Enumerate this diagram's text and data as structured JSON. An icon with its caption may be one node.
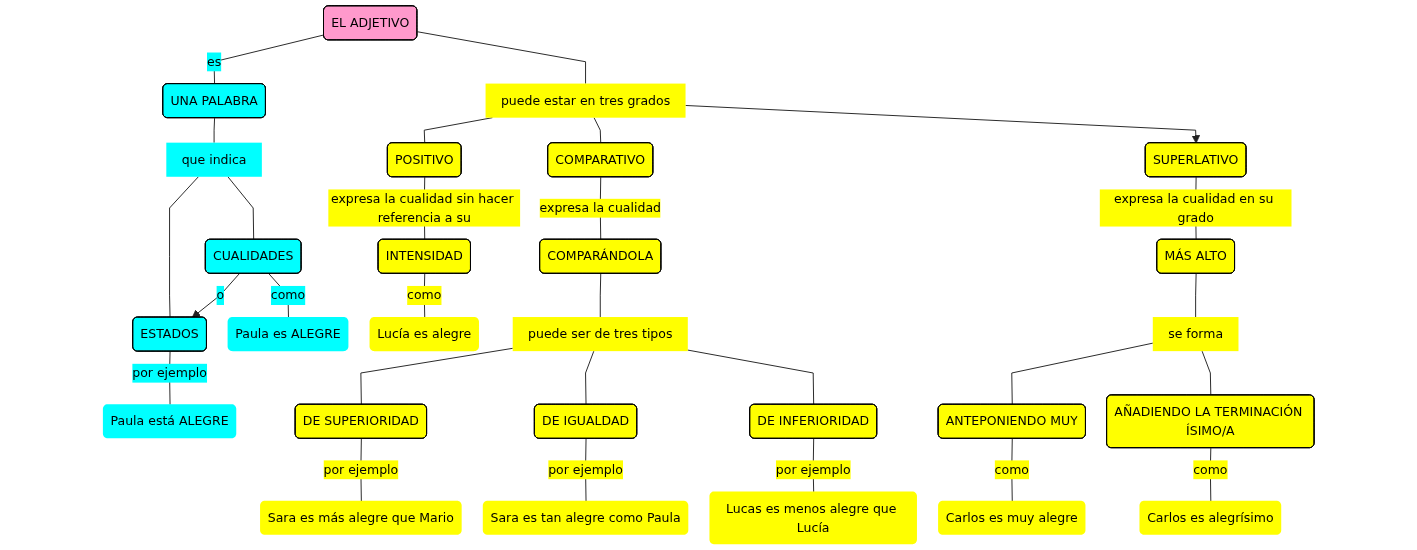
{
  "diagram": {
    "nodes": [
      {
        "text": [
          "EL ADJETIVO"
        ]
      },
      {
        "text": [
          "UNA PALABRA"
        ]
      },
      {
        "text": [
          "que indica"
        ]
      },
      {
        "text": [
          "CUALIDADES"
        ]
      },
      {
        "text": [
          "ESTADOS"
        ]
      },
      {
        "text": [
          "Paula es ALEGRE"
        ]
      },
      {
        "text": [
          "Paula está ALEGRE"
        ]
      },
      {
        "text": [
          "puede estar en tres grados"
        ]
      },
      {
        "text": [
          "POSITIVO"
        ]
      },
      {
        "text": [
          "COMPARATIVO"
        ]
      },
      {
        "text": [
          "SUPERLATIVO"
        ]
      },
      {
        "text": [
          "INTENSIDAD"
        ]
      },
      {
        "text": [
          "Lucía es alegre"
        ]
      },
      {
        "text": [
          "COMPARÁNDOLA"
        ]
      },
      {
        "text": [
          "puede ser de tres tipos"
        ]
      },
      {
        "text": [
          "DE SUPERIORIDAD"
        ]
      },
      {
        "text": [
          "DE IGUALDAD"
        ]
      },
      {
        "text": [
          "DE INFERIORIDAD"
        ]
      },
      {
        "text": [
          "Sara es más alegre que Mario"
        ]
      },
      {
        "text": [
          "Sara es tan alegre como Paula"
        ]
      },
      {
        "text": [
          "Lucas es menos alegre que Lucía"
        ]
      },
      {
        "text": [
          "MÁS ALTO"
        ]
      },
      {
        "text": [
          "se forma"
        ]
      },
      {
        "text": [
          "ANTEPONIENDO MUY"
        ]
      },
      {
        "text": [
          "AÑADIENDO LA TERMINACIÓN ÍSIMO/A"
        ]
      },
      {
        "text": [
          "Carlos es muy alegre"
        ]
      },
      {
        "text": [
          "Carlos es alegrísimo"
        ]
      }
    ],
    "edges": [
      {
        "from": 0,
        "to": 1,
        "arrow": "none",
        "label": "es"
      },
      {
        "from": 1,
        "to": 2,
        "arrow": "none"
      },
      {
        "from": 2,
        "to": 3,
        "arrow": "none"
      },
      {
        "from": 2,
        "to": 4,
        "arrow": "none"
      },
      {
        "from": 3,
        "to": 4,
        "arrow": "to",
        "label": "o"
      },
      {
        "from": 3,
        "to": 5,
        "arrow": "none",
        "label": "como"
      },
      {
        "from": 4,
        "to": 6,
        "arrow": "none",
        "label": "por ejemplo"
      },
      {
        "from": 0,
        "to": 7,
        "arrow": "none"
      },
      {
        "from": 7,
        "to": 8,
        "arrow": "none"
      },
      {
        "from": 7,
        "to": 9,
        "arrow": "none"
      },
      {
        "from": 7,
        "to": 10,
        "arrow": "to"
      },
      {
        "from": 8,
        "to": 11,
        "arrow": "none",
        "label": "expresa la cualidad sin hacer referencia a su"
      },
      {
        "from": 11,
        "to": 12,
        "arrow": "none",
        "label": "como"
      },
      {
        "from": 9,
        "to": 13,
        "arrow": "none",
        "label": "expresa la cualidad"
      },
      {
        "from": 13,
        "to": 14,
        "arrow": "none"
      },
      {
        "from": 14,
        "to": 15,
        "arrow": "none"
      },
      {
        "from": 14,
        "to": 16,
        "arrow": "none"
      },
      {
        "from": 14,
        "to": 17,
        "arrow": "none"
      },
      {
        "from": 15,
        "to": 18,
        "arrow": "none",
        "label": "por ejemplo"
      },
      {
        "from": 16,
        "to": 19,
        "arrow": "none",
        "label": "por ejemplo"
      },
      {
        "from": 17,
        "to": 20,
        "arrow": "none",
        "label": "por ejemplo"
      },
      {
        "from": 10,
        "to": 21,
        "arrow": "none",
        "label": "expresa la cualidad en su grado"
      },
      {
        "from": 21,
        "to": 22,
        "arrow": "none"
      },
      {
        "from": 22,
        "to": 23,
        "arrow": "none"
      },
      {
        "from": 22,
        "to": 24,
        "arrow": "none"
      },
      {
        "from": 23,
        "to": 25,
        "arrow": "none",
        "label": "como"
      },
      {
        "from": 24,
        "to": 26,
        "arrow": "none",
        "label": "como"
      }
    ]
  }
}
